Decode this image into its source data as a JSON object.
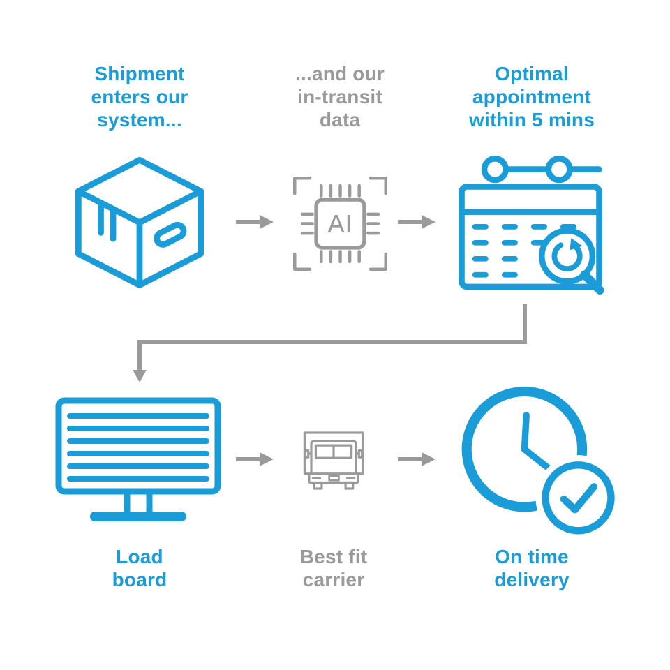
{
  "colors": {
    "accent_blue": "#1A9CD8",
    "neutral_gray": "#9A9A9A",
    "background": "#FFFFFF"
  },
  "steps": [
    {
      "id": "shipment-entry",
      "label": "Shipment\nenters our\nsystem...",
      "icon": "package-box-icon",
      "tone": "blue"
    },
    {
      "id": "in-transit-data",
      "label": "...and our\nin-transit\ndata",
      "icon": "ai-chip-icon",
      "tone": "gray"
    },
    {
      "id": "optimal-appointment",
      "label": "Optimal\nappointment\nwithin 5 mins",
      "icon": "calendar-search-icon",
      "tone": "blue"
    },
    {
      "id": "load-board",
      "label": "Load\nboard",
      "icon": "load-board-monitor-icon",
      "tone": "blue"
    },
    {
      "id": "best-fit-carrier",
      "label": "Best fit\ncarrier",
      "icon": "truck-icon",
      "tone": "gray"
    },
    {
      "id": "on-time-delivery",
      "label": "On time\ndelivery",
      "icon": "clock-check-icon",
      "tone": "blue"
    }
  ],
  "chip": {
    "text": "AI"
  }
}
